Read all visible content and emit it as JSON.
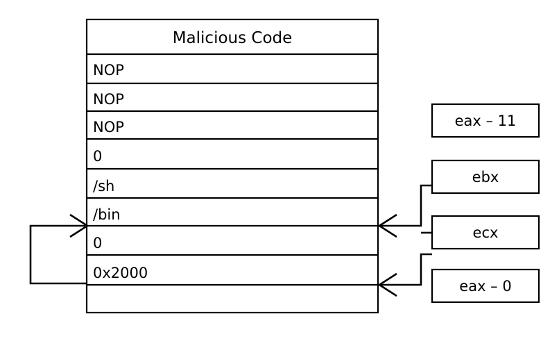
{
  "diagram": {
    "title": "Malicious Code stack layout with register annotations",
    "colors": {
      "background": "#ffffff",
      "stroke": "#000000",
      "fill": "#ffffff"
    },
    "stack": {
      "header": "Malicious Code",
      "rows": [
        {
          "label": "NOP"
        },
        {
          "label": "NOP"
        },
        {
          "label": "NOP"
        },
        {
          "label": "0"
        },
        {
          "label": "/sh"
        },
        {
          "label": "/bin"
        },
        {
          "label": "0"
        },
        {
          "label": "0x2000"
        },
        {
          "label": ""
        }
      ]
    },
    "registers": [
      {
        "name": "register-eax-11",
        "label": "eax – 11"
      },
      {
        "name": "register-ebx",
        "label": "ebx"
      },
      {
        "name": "register-ecx",
        "label": "ecx"
      },
      {
        "name": "register-eax-0",
        "label": "eax – 0"
      }
    ],
    "connectors": [
      {
        "name": "ebx-to-stack-arrow",
        "from": "ebx",
        "to": "stack-row-0-lower"
      },
      {
        "name": "ecx-to-stack-arrow",
        "from": "ecx",
        "to": "stack-row-0-lower"
      },
      {
        "name": "eax-0-to-stack-arrow",
        "from": "ecx-branch",
        "to": "stack-bottom-row"
      },
      {
        "name": "stack-loop-arrow",
        "from": "stack-bottom-left",
        "to": "stack-row-0-lower-left"
      }
    ]
  }
}
